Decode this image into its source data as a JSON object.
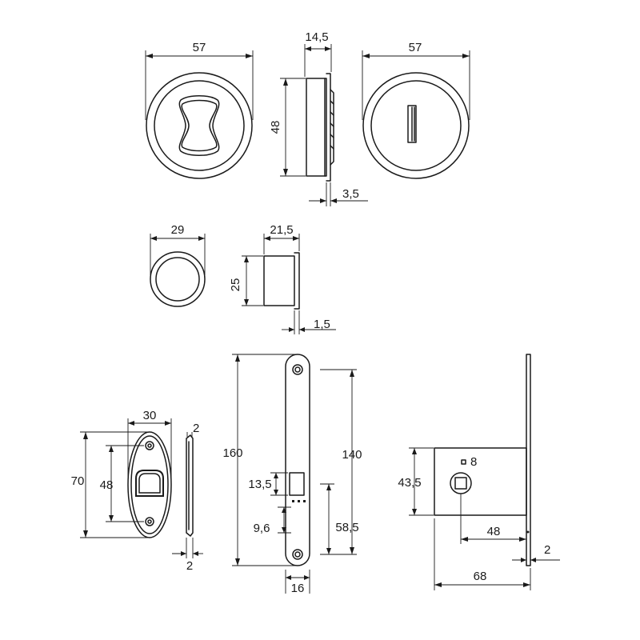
{
  "dimensions": {
    "top_left_width": "57",
    "top_side_thickness": "14,5",
    "top_side_height": "48",
    "top_side_flange": "3,5",
    "top_right_width": "57",
    "mid_ring_width": "29",
    "mid_side_depth": "21,5",
    "mid_side_height": "25",
    "mid_side_flange": "1,5",
    "strike_width": "30",
    "strike_thickness_top": "2",
    "strike_height": "70",
    "strike_hole_spacing": "48",
    "strike_thickness_bottom": "2",
    "faceplate_height": "160",
    "faceplate_hole_spacing": "140",
    "faceplate_dim_13_5": "13,5",
    "faceplate_dim_9_6": "9,6",
    "faceplate_dim_58_5": "58,5",
    "faceplate_width": "16",
    "body_square": "8",
    "body_height": "43,5",
    "body_backset": "48",
    "body_plate": "2",
    "body_depth": "68"
  }
}
